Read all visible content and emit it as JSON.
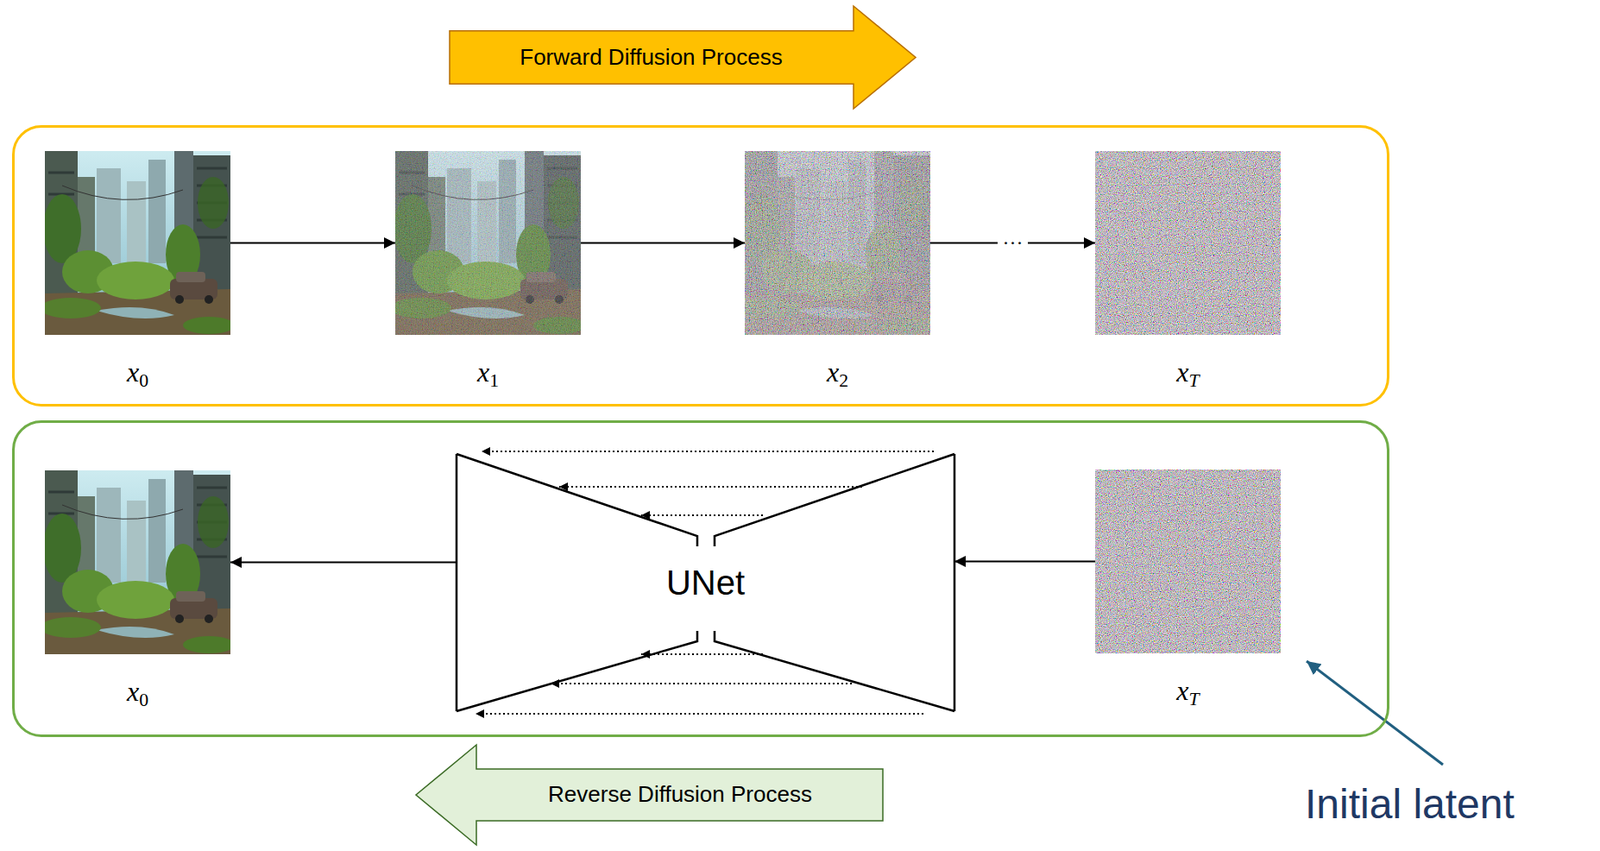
{
  "diagram": {
    "nodes": [
      {
        "text": [
          "Forward Diffusion Process"
        ]
      },
      {
        "text": []
      },
      {
        "text": [
          "x0"
        ],
        "in": 1
      },
      {
        "text": [
          "x1"
        ],
        "in": 1
      },
      {
        "text": [
          "x2"
        ],
        "in": 1
      },
      {
        "text": [
          "xT"
        ],
        "in": 1
      },
      {
        "text": []
      },
      {
        "text": [
          "x0"
        ],
        "in": 6
      },
      {
        "text": [
          "UNet"
        ],
        "in": 6
      },
      {
        "text": [
          "xT"
        ],
        "in": 6
      },
      {
        "text": [
          "Reverse Diffusion Process"
        ]
      }
    ],
    "edges": [
      {
        "from": 2,
        "to": 3,
        "arrow": "to"
      },
      {
        "from": 3,
        "to": 4,
        "arrow": "to"
      },
      {
        "from": 4,
        "to": 5,
        "label": "···",
        "arrow": "to"
      },
      {
        "from": 9,
        "to": 8,
        "arrow": "to"
      },
      {
        "from": 8,
        "to": 7,
        "arrow": "to"
      }
    ],
    "labels": [
      "Initial latent"
    ]
  }
}
